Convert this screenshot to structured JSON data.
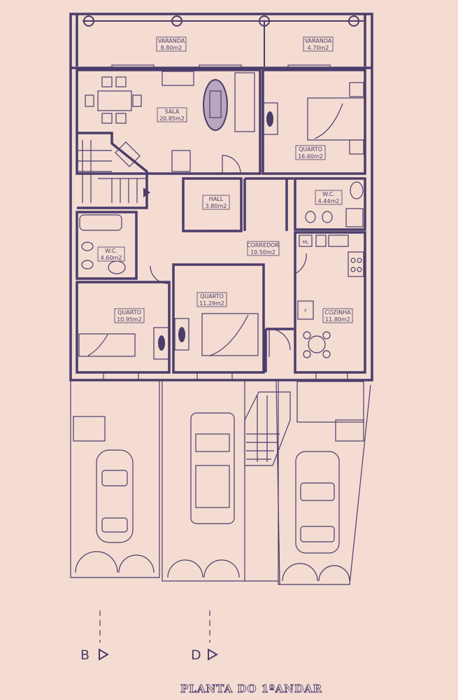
{
  "drawing": {
    "title": "PLANTA DO 1ºANDAR",
    "rooms": [
      {
        "name": "VARANDA",
        "area": "8.80m2"
      },
      {
        "name": "VARANDA",
        "area": "4.70m2"
      },
      {
        "name": "SALA",
        "area": "20.85m2"
      },
      {
        "name": "QUARTO",
        "area": "16.60m2"
      },
      {
        "name": "HALL",
        "area": "3.80m2"
      },
      {
        "name": "W.C.",
        "area": "4.44m2"
      },
      {
        "name": "W.C.",
        "area": "4.60m2"
      },
      {
        "name": "CORREDOR",
        "area": "10.50m2"
      },
      {
        "name": "QUARTO",
        "area": "11.29m2"
      },
      {
        "name": "QUARTO",
        "area": "10.95m2"
      },
      {
        "name": "COZINHA",
        "area": "11.80m2"
      }
    ],
    "section_markers": [
      "B",
      "D"
    ],
    "appliance_label": "ML",
    "fridge_label": "F",
    "line_color": "#4b3d6b",
    "paper_color": "#f4dcd2"
  }
}
